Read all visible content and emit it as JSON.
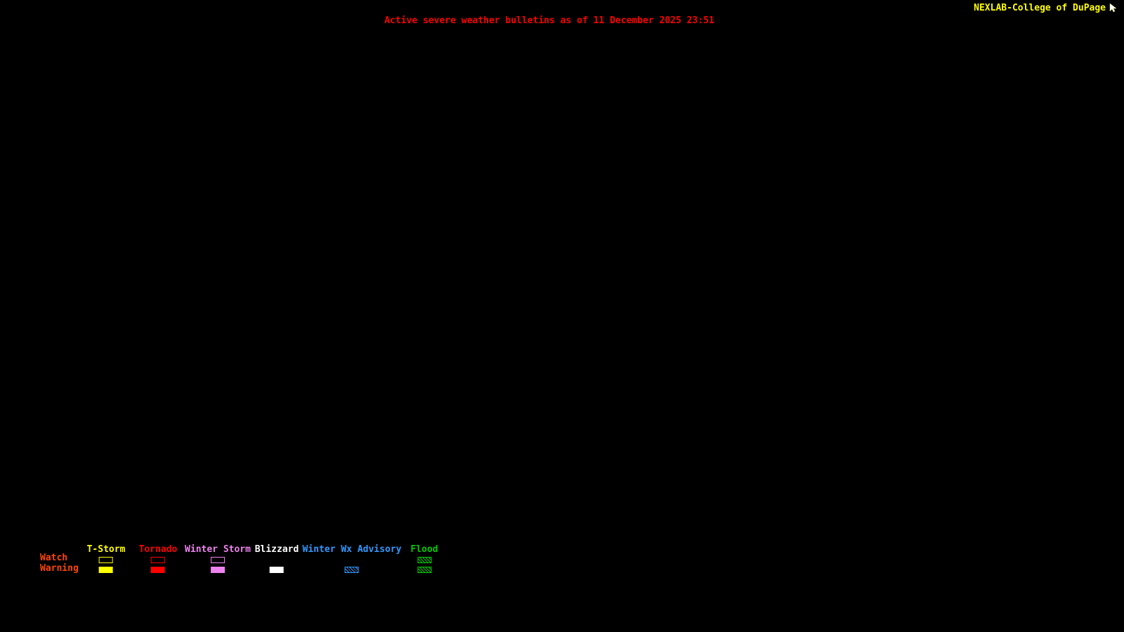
{
  "page": {
    "background": "#000000"
  },
  "header": {
    "brand": "NEXLAB-College of DuPage",
    "brand_color": "#ffff00",
    "cursor_icon": "mouse-pointer",
    "title": "Active severe weather bulletins as of 11 December 2025 23:51",
    "title_color": "#ff0000"
  },
  "legend": {
    "row_label_color": "#ff4500",
    "rows": {
      "watch": "Watch",
      "warning": "Warning"
    },
    "columns": [
      {
        "label": "T-Storm",
        "color": "#ffff00",
        "watch_style": "outline",
        "warning_style": "solid"
      },
      {
        "label": "Tornado",
        "color": "#ff0000",
        "watch_style": "outline",
        "warning_style": "solid"
      },
      {
        "label": "Winter Storm",
        "color": "#ee82ee",
        "watch_style": "outline",
        "warning_style": "solid"
      },
      {
        "label": "Blizzard",
        "color": "#ffffff",
        "watch_style": "none",
        "warning_style": "solid"
      },
      {
        "label": "Winter Wx Advisory",
        "color": "#3399ff",
        "watch_style": "none",
        "warning_style": "hatched"
      },
      {
        "label": "Flood",
        "color": "#00cc00",
        "watch_style": "hatched",
        "warning_style": "hatched"
      }
    ]
  }
}
